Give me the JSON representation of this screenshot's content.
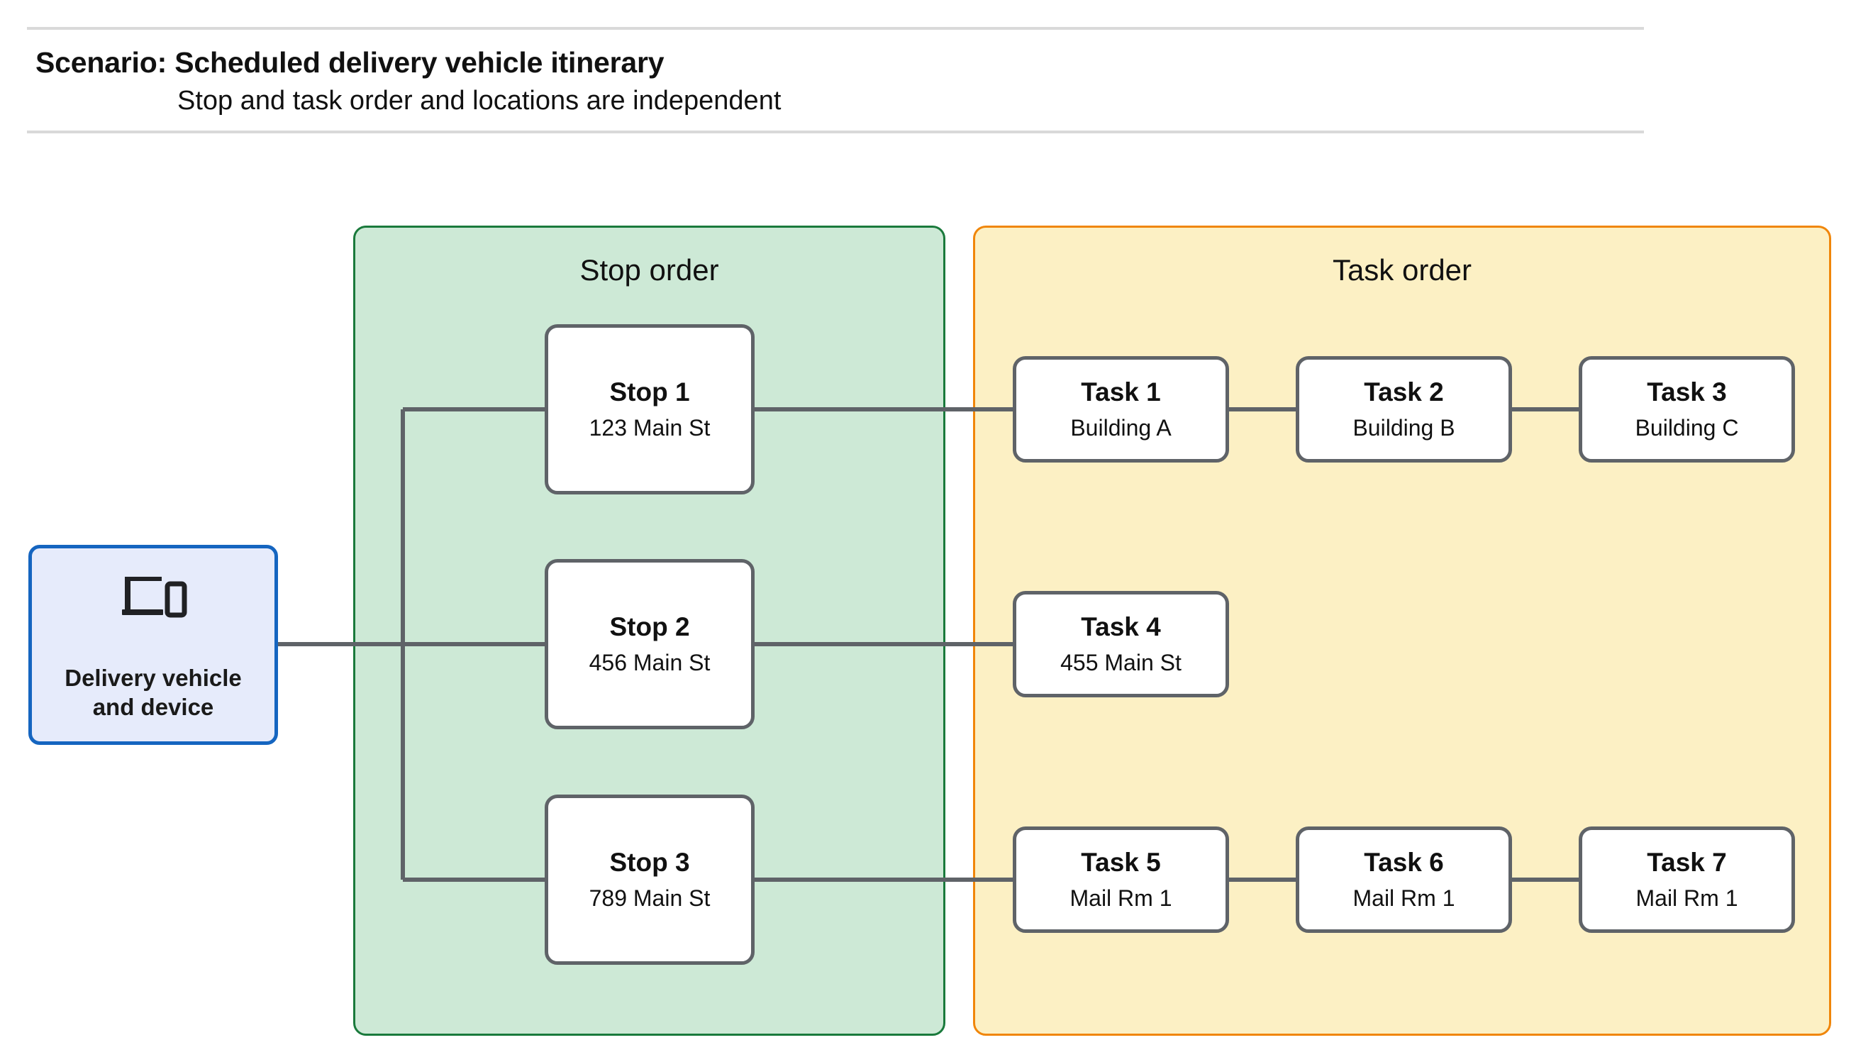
{
  "header": {
    "title": "Scenario: Scheduled delivery vehicle itinerary",
    "subtitle": "Stop and task order and locations are independent"
  },
  "vehicle": {
    "label": "Delivery vehicle\nand device",
    "label_line1": "Delivery vehicle",
    "label_line2": "and device",
    "icon": "devices-icon",
    "fill": "#e6ebfb",
    "border": "#1565c0"
  },
  "panels": {
    "stop": {
      "title": "Stop order",
      "fill": "#cde9d6",
      "border": "#1a7a3c"
    },
    "task": {
      "title": "Task order",
      "fill": "#fcf0c4",
      "border": "#f0860a"
    }
  },
  "stops": [
    {
      "title": "Stop 1",
      "sub": "123 Main St"
    },
    {
      "title": "Stop 2",
      "sub": "456 Main St"
    },
    {
      "title": "Stop 3",
      "sub": "789 Main St"
    }
  ],
  "tasks": [
    {
      "title": "Task 1",
      "sub": "Building A"
    },
    {
      "title": "Task 2",
      "sub": "Building B"
    },
    {
      "title": "Task 3",
      "sub": "Building C"
    },
    {
      "title": "Task 4",
      "sub": "455 Main St"
    },
    {
      "title": "Task 5",
      "sub": "Mail Rm 1"
    },
    {
      "title": "Task 6",
      "sub": "Mail Rm 1"
    },
    {
      "title": "Task 7",
      "sub": "Mail Rm 1"
    }
  ],
  "colors": {
    "connector": "#5f6368",
    "node_border": "#5f6368",
    "rule": "#d9d9d9",
    "text": "#111111"
  }
}
